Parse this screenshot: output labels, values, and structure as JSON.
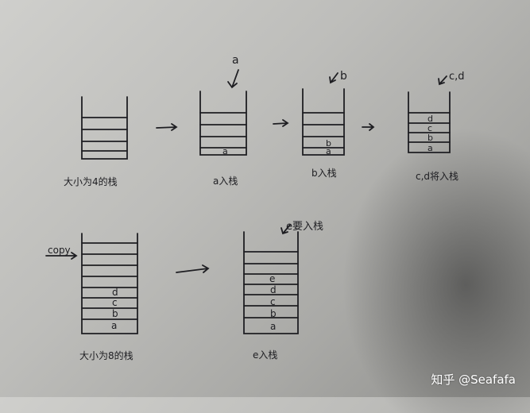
{
  "stacks": [
    {
      "id": "s1",
      "caption": "大小为4的栈",
      "slots": 4,
      "contents": []
    },
    {
      "id": "s2",
      "caption": "a入栈",
      "slots": 4,
      "contents": [
        "a"
      ],
      "arrow_label": "a"
    },
    {
      "id": "s3",
      "caption": "b入栈",
      "slots": 4,
      "contents": [
        "a",
        "b"
      ],
      "arrow_label": "b"
    },
    {
      "id": "s4",
      "caption": "c,d将入栈",
      "slots": 4,
      "contents": [
        "a",
        "b",
        "c",
        "d"
      ],
      "arrow_label": "c,d"
    },
    {
      "id": "s5",
      "caption": "大小为8的栈",
      "slots": 8,
      "contents": [
        "a",
        "b",
        "c",
        "d"
      ],
      "arrow_label": "copy"
    },
    {
      "id": "s6",
      "caption": "e入栈",
      "slots": 8,
      "contents": [
        "a",
        "b",
        "c",
        "d",
        "e"
      ],
      "arrow_label": "e要入栈"
    }
  ],
  "watermark": "知乎 @Seafafa"
}
